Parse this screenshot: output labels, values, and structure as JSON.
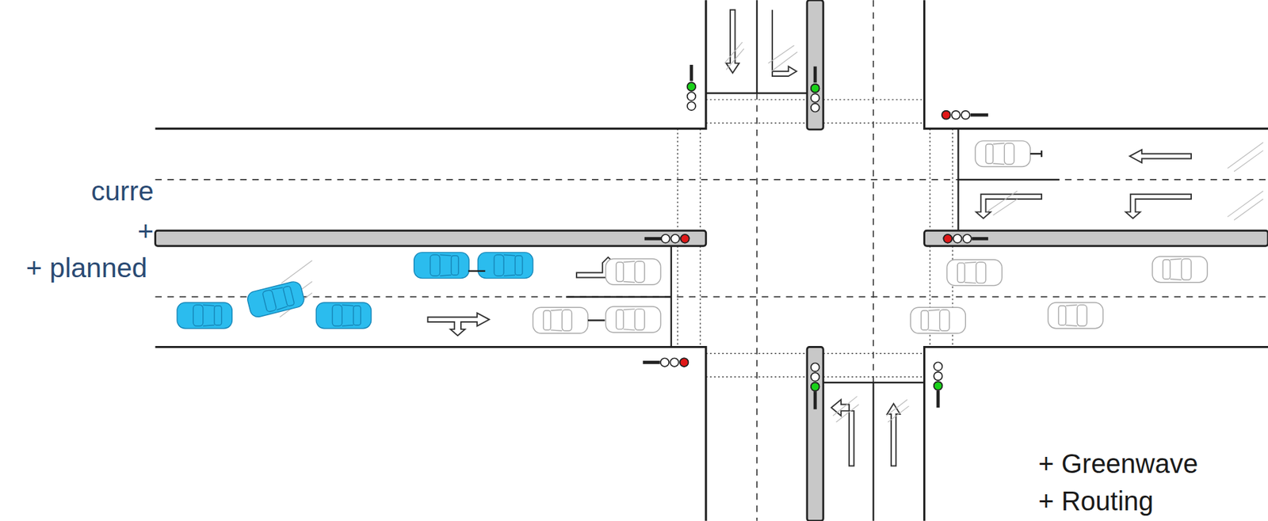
{
  "diagram": {
    "labels": [
      "curre",
      "+",
      "+ planned",
      "+ Greenwave",
      "+ Routing"
    ]
  }
}
